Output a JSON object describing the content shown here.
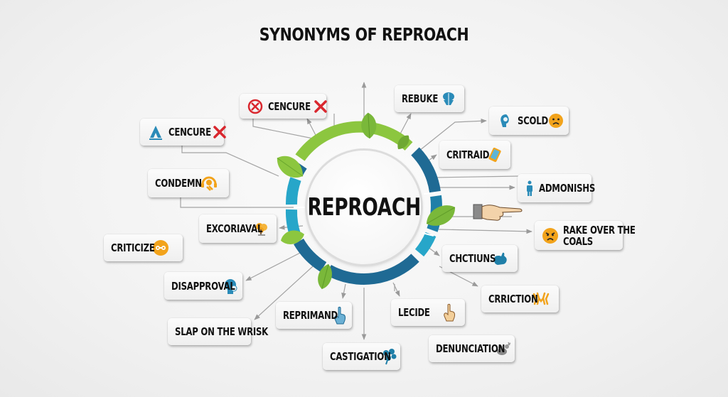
{
  "title": "SYNONYMS OF REPROACH",
  "center": {
    "label": "REPROACH"
  },
  "colors": {
    "ring_green": "#8cc63f",
    "ring_dark_blue": "#1f6a94",
    "ring_light_blue": "#27a6c9",
    "leaf_green": "#7ab83a",
    "icon_red": "#d9272e",
    "icon_orange": "#f2a31b",
    "icon_blue": "#2a8bb8",
    "connector_gray": "#9a9a9a"
  },
  "nodes": [
    {
      "id": "cencure-top",
      "label": "CENCURE",
      "icon_left": "forbidden-circle-icon",
      "icon_right": "red-x-icon"
    },
    {
      "id": "cencure-left",
      "label": "CENCURE",
      "icon_left": "blue-figure-icon",
      "icon_right": "red-x-icon"
    },
    {
      "id": "rebuke",
      "label": "REBUKE",
      "icon_right": "blue-mask-icon"
    },
    {
      "id": "scold",
      "label": "SCOLD",
      "icon_left": "blue-head-profile-icon",
      "icon_right": "sad-face-icon"
    },
    {
      "id": "critraid",
      "label": "CRITRAID",
      "icon_right": "phone-tablet-icon"
    },
    {
      "id": "condemn",
      "label": "CONDEMN",
      "icon_right": "orange-headset-icon"
    },
    {
      "id": "admonishs",
      "label": "ADMONISHS",
      "icon_left": "blue-person-icon"
    },
    {
      "id": "excoriaval",
      "label": "EXCORIAVAL",
      "icon_right": "orange-tree-icon"
    },
    {
      "id": "rake-over-the-coals",
      "label_line1": "RAKE OVER THE",
      "label_line2": "COALS",
      "icon_left": "angry-face-icon"
    },
    {
      "id": "criticize",
      "label": "CRITICIZE",
      "icon_right": "orange-goggles-icon"
    },
    {
      "id": "chctiuns",
      "label": "CHCTIUNS",
      "icon_right": "blue-thumbs-icon"
    },
    {
      "id": "disapproval",
      "label": "DISAPPROVAL",
      "icon_right": "blue-face-icon"
    },
    {
      "id": "crriction",
      "label": "CRRICTION",
      "icon_right": "orange-hands-icon"
    },
    {
      "id": "reprimand",
      "label": "REPRIMAND",
      "icon_right": "blue-pointing-hand-icon"
    },
    {
      "id": "lecide",
      "label": "LECIDE",
      "icon_right": "tan-pointing-hand-icon"
    },
    {
      "id": "slap-on-the-wrisk",
      "label": "SLAP ON THE WRISK"
    },
    {
      "id": "denunciation",
      "label": "DENUNCIATION",
      "icon_right": "gray-blob-icon"
    },
    {
      "id": "castigation",
      "label": "CASTIGATION",
      "icon_right": "blue-paw-icon"
    }
  ],
  "decorations": {
    "pointing_hand": "pointing-hand-icon"
  }
}
